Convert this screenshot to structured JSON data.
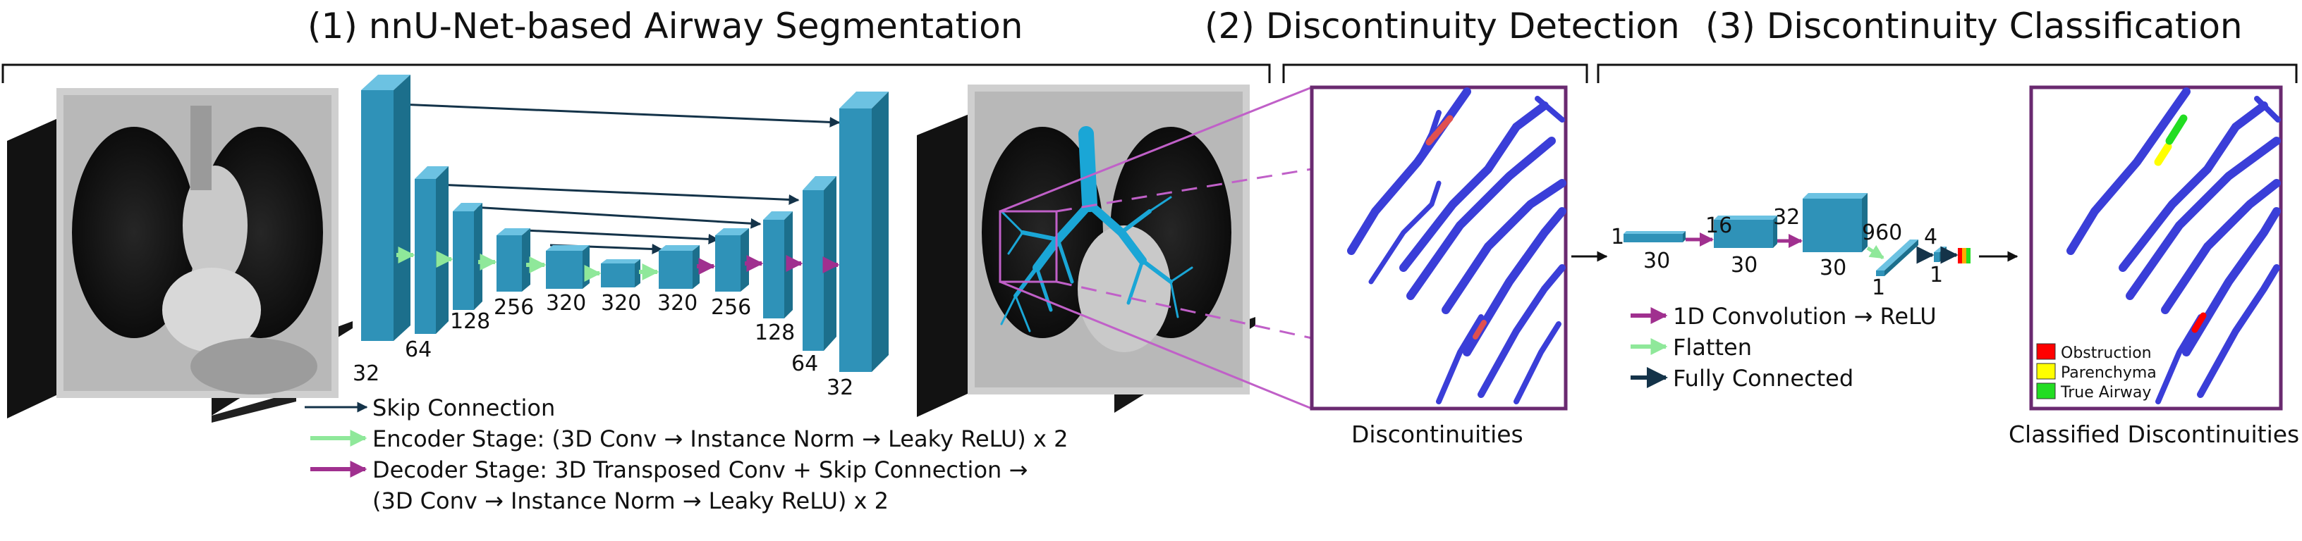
{
  "titles": {
    "segmentation": "(1) nnU-Net-based Airway Segmentation",
    "detection": "(2) Discontinuity Detection",
    "classification": "(3) Discontinuity Classification"
  },
  "unet": {
    "encoder_channels": [
      "32",
      "64",
      "128",
      "256",
      "320",
      "320"
    ],
    "bottleneck_channels": "320",
    "decoder_channels": [
      "256",
      "128",
      "64",
      "32"
    ]
  },
  "legend_unet": {
    "skip": "Skip Connection",
    "encoder": "Encoder Stage: (3D Conv → Instance Norm → Leaky ReLU) x 2",
    "decoder_line1": "Decoder Stage: 3D Transposed Conv + Skip Connection →",
    "decoder_line2": "(3D Conv → Instance Norm → Leaky ReLU) x 2"
  },
  "detection_caption": "Discontinuities",
  "classifier": {
    "input_ch": "1",
    "input_len": "30",
    "conv1_ch": "16",
    "conv1_len": "30",
    "conv2_ch": "32",
    "conv2_len": "30",
    "flat_size": "960",
    "flat_w": "1",
    "out_size": "4",
    "out_w": "1"
  },
  "legend_classifier": {
    "conv": "1D Convolution → ReLU",
    "flatten": "Flatten",
    "fc": "Fully Connected"
  },
  "classified_caption": "Classified Discontinuities",
  "class_legend": [
    "Obstruction",
    "Parenchyma",
    "True Airway"
  ],
  "colors": {
    "block_front": "#2f92b8",
    "block_top": "#6cc2e2",
    "block_side": "#1c6f8c",
    "skip_arrow": "#143349",
    "encoder_arrow": "#8fe89a",
    "decoder_arrow": "#a0308f",
    "zoom_frame": "#c060c8",
    "airway_fill": "#3a3ed8",
    "obstruction": "#ff0000",
    "parenchyma": "#ffff00",
    "true_airway": "#22dd22"
  }
}
